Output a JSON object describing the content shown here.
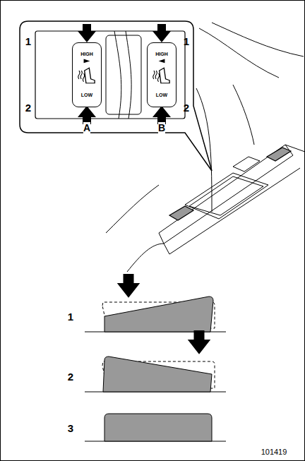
{
  "diagram": {
    "nodes": [
      {
        "text": [
          "HIGH",
          "LOW"
        ]
      },
      {
        "text": [
          "HIGH",
          "LOW"
        ]
      }
    ],
    "labels": [
      "1",
      "2",
      "1",
      "2",
      "A",
      "B",
      "1",
      "2",
      "3",
      "101419"
    ]
  }
}
